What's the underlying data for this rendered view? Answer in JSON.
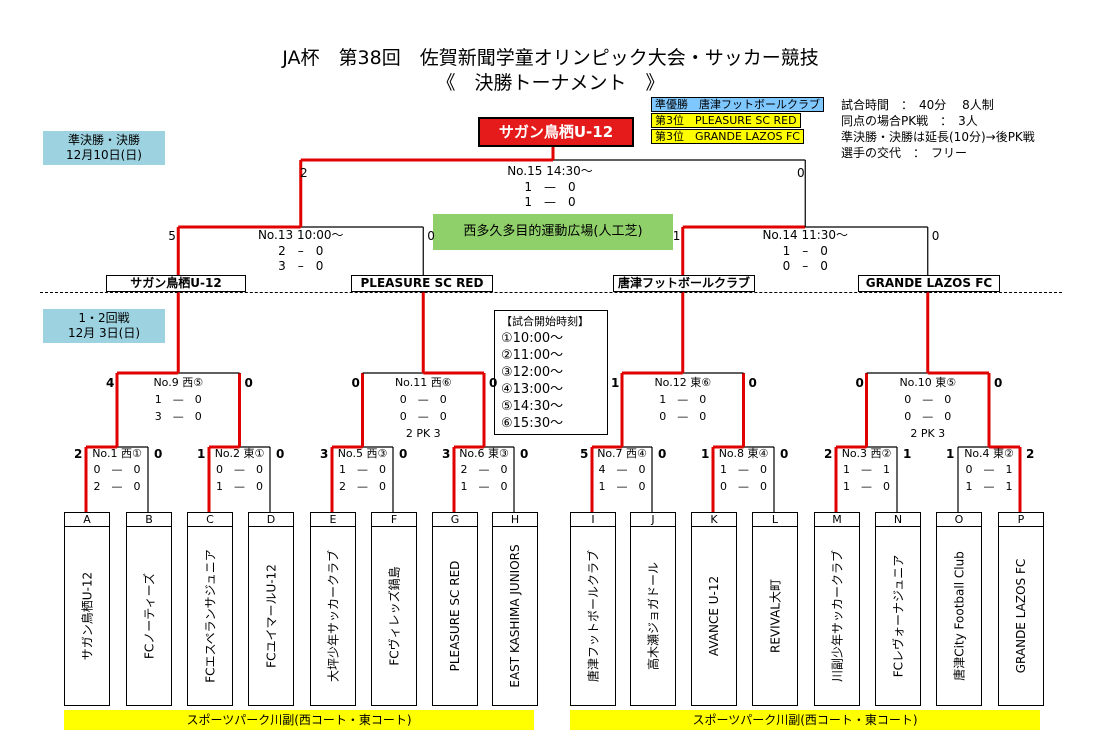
{
  "title_line1": "JA杯　第38回　佐賀新聞学童オリンピック大会・サッカー競技",
  "title_line2": "《　決勝トーナメント　》",
  "date_semifinal": "準決勝・決勝\n12月10日(日)",
  "date_rounds12": "1・2回戦\n12月 3日(日)",
  "champion": "サガン鳥栖U-12",
  "ranks": {
    "runner_up": "準優勝　唐津フットボールクラブ",
    "third_a": "第3位　PLEASURE SC RED",
    "third_b": "第3位　GRANDE LAZOS FC"
  },
  "info": [
    "試合時間　：　40分　 8人制",
    "同点の場合PK戦　：　3人",
    "準決勝・決勝は延長(10分)→後PK戦",
    "選手の交代　：　フリー"
  ],
  "venue_final": "西多久多目的運動広場(人工芝)",
  "venue_round12": "スポーツパーク川副(西コート・東コート)",
  "start_times": {
    "header": "【試合開始時刻】",
    "items": [
      "①10:00～",
      "②11:00～",
      "③12:00～",
      "④13:00～",
      "⑤14:30～",
      "⑥15:30～"
    ]
  },
  "final": {
    "no": "No.15 14:30～",
    "line2": "1　—　0",
    "line3": "1　—　0",
    "left": "2",
    "right": "0"
  },
  "semi": [
    {
      "no": "No.13 10:00～",
      "line2": "2　–　0",
      "line3": "3　–　0",
      "left": "5",
      "right": "0"
    },
    {
      "no": "No.14 11:30～",
      "line2": "1　–　0",
      "line3": "0　–　0",
      "left": "1",
      "right": "0"
    }
  ],
  "semi_teams": [
    "サガン鳥栖U-12",
    "PLEASURE SC RED",
    "唐津フットボールクラブ",
    "GRANDE LAZOS FC"
  ],
  "round2": [
    {
      "no": "No.9 西⑤",
      "line2": "1　—　0",
      "line3": "3　—　0",
      "line4": "",
      "left": "4",
      "right": "0"
    },
    {
      "no": "No.11 西⑥",
      "line2": "0　—　0",
      "line3": "0　—　0",
      "line4": "2 PK 3",
      "left": "0",
      "right": "0"
    },
    {
      "no": "No.12 東⑥",
      "line2": "1　—　0",
      "line3": "0　—　0",
      "line4": "",
      "left": "1",
      "right": "0"
    },
    {
      "no": "No.10 東⑤",
      "line2": "0　—　0",
      "line3": "0　—　0",
      "line4": "2 PK 3",
      "left": "0",
      "right": "0"
    }
  ],
  "round1": [
    {
      "no": "No.1 西①",
      "line2": "0　—　0",
      "line3": "2　—　0",
      "left": "2",
      "right": "0"
    },
    {
      "no": "No.2 東①",
      "line2": "0　—　0",
      "line3": "1　—　0",
      "left": "1",
      "right": "0"
    },
    {
      "no": "No.5 西③",
      "line2": "1　—　0",
      "line3": "2　—　0",
      "left": "3",
      "right": "0"
    },
    {
      "no": "No.6 東③",
      "line2": "2　—　0",
      "line3": "1　—　0",
      "left": "3",
      "right": "0"
    },
    {
      "no": "No.7 西④",
      "line2": "4　—　0",
      "line3": "1　—　0",
      "left": "5",
      "right": "0"
    },
    {
      "no": "No.8 東④",
      "line2": "1　—　0",
      "line3": "0　—　0",
      "left": "1",
      "right": "0"
    },
    {
      "no": "No.3 西②",
      "line2": "1　—　1",
      "line3": "1　—　0",
      "left": "2",
      "right": "1"
    },
    {
      "no": "No.4 東②",
      "line2": "0　—　1",
      "line3": "1　—　1",
      "left": "1",
      "right": "2"
    }
  ],
  "teams": [
    {
      "letter": "A",
      "name": "サガン鳥栖U-12"
    },
    {
      "letter": "B",
      "name": "FCノーティーズ"
    },
    {
      "letter": "C",
      "name": "FCエスペランサジュニア"
    },
    {
      "letter": "D",
      "name": "FCユイマールU-12"
    },
    {
      "letter": "E",
      "name": "大坪少年サッカークラブ"
    },
    {
      "letter": "F",
      "name": "FCヴィレッズ鍋島"
    },
    {
      "letter": "G",
      "name": "PLEASURE SC RED"
    },
    {
      "letter": "H",
      "name": "EAST KASHIMA JUNIORS"
    },
    {
      "letter": "I",
      "name": "唐津フットボールクラブ"
    },
    {
      "letter": "J",
      "name": "高木瀬ジョガドール"
    },
    {
      "letter": "K",
      "name": "AVANCE U-12"
    },
    {
      "letter": "L",
      "name": "REVIVAL大町"
    },
    {
      "letter": "M",
      "name": "川副少年サッカークラブ"
    },
    {
      "letter": "N",
      "name": "FCレヴォーナジュニア"
    },
    {
      "letter": "O",
      "name": "唐津City Football Club"
    },
    {
      "letter": "P",
      "name": "GRANDE LAZOS FC"
    }
  ],
  "colors": {
    "winner_line": "#e00000",
    "loser_line": "#000000",
    "date_bg": "#9dd3e0",
    "venue_green": "#8fd06a",
    "venue_yellow": "#ffff00"
  }
}
